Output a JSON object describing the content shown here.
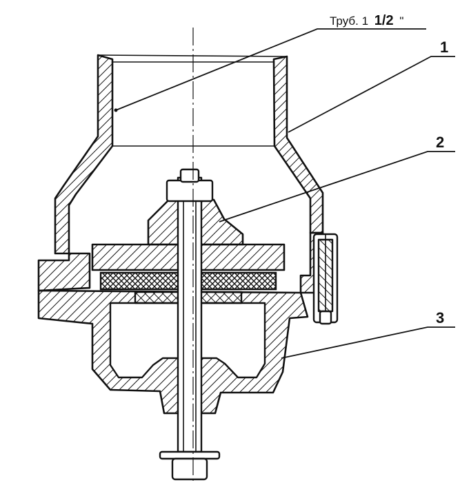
{
  "labels": {
    "pipe_spec_prefix": "Труб. 1",
    "pipe_spec_fraction": "1/2",
    "pipe_spec_suffix": "\"",
    "part_1": "1",
    "part_2": "2",
    "part_3": "3"
  },
  "colors": {
    "ink": "#111111",
    "paper": "#ffffff"
  }
}
